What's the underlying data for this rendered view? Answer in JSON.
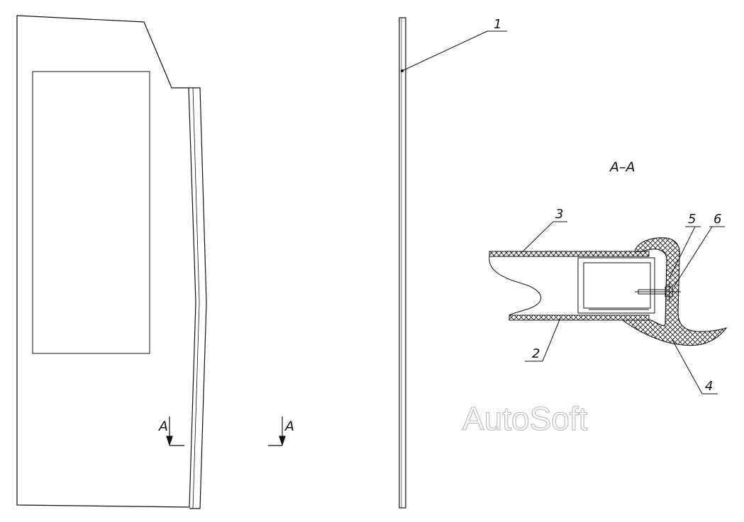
{
  "section_marks": {
    "left": "A",
    "right": "A"
  },
  "section_title": "A–A",
  "callouts": [
    "1",
    "2",
    "3",
    "4",
    "5",
    "6"
  ],
  "watermark": "AutoSoft",
  "colors": {
    "line": "#111111",
    "watermark": "#b9b9b9",
    "background": "#ffffff"
  }
}
